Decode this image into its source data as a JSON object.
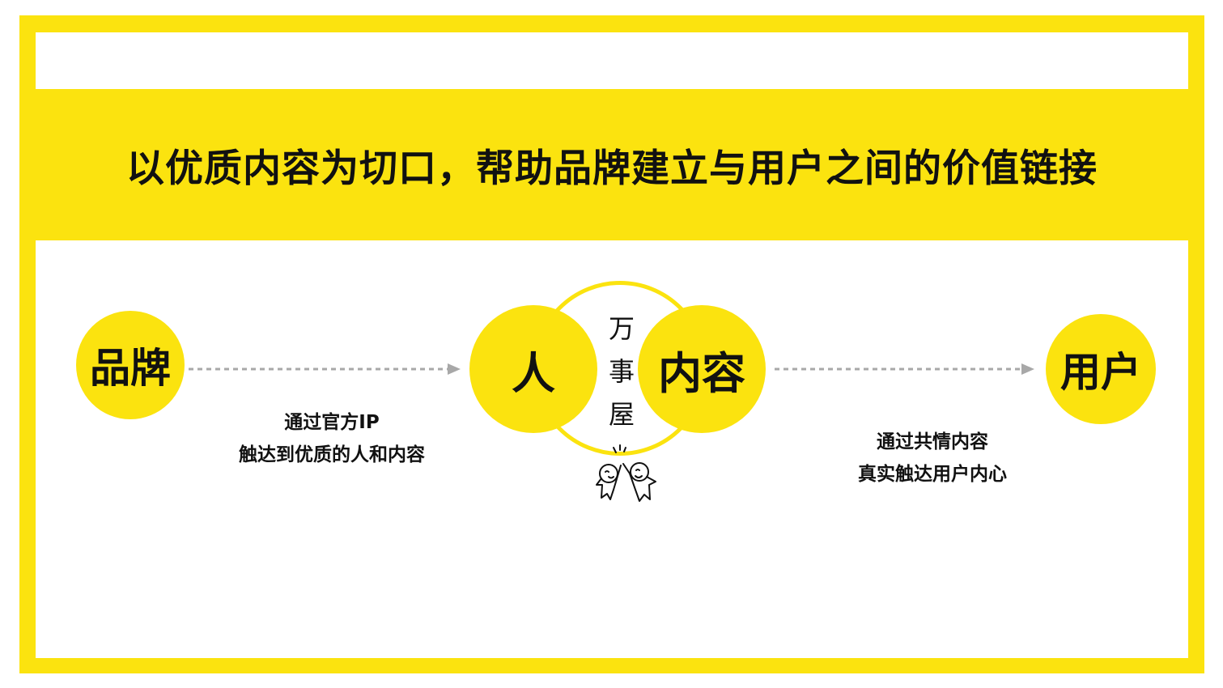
{
  "slide": {
    "title": "以优质内容为切口，帮助品牌建立与用户之间的价值链接",
    "colors": {
      "accent": "#fbe30f",
      "arrow": "#a8a8a8",
      "text": "#111111",
      "background": "#ffffff"
    }
  },
  "diagram": {
    "nodes": {
      "brand": {
        "label": "品牌"
      },
      "people": {
        "label": "人"
      },
      "content": {
        "label": "内容"
      },
      "user": {
        "label": "用户"
      },
      "center": {
        "chars": [
          "万",
          "事",
          "屋"
        ]
      }
    },
    "edges": [
      {
        "from": "品牌",
        "to": "人",
        "caption": [
          "通过官方IP",
          "触达到优质的人和内容"
        ]
      },
      {
        "from": "内容",
        "to": "用户",
        "caption": [
          "通过共情内容",
          "真实触达用户内心"
        ]
      }
    ],
    "decoration": {
      "icon": "high-five-doodle-icon"
    }
  }
}
